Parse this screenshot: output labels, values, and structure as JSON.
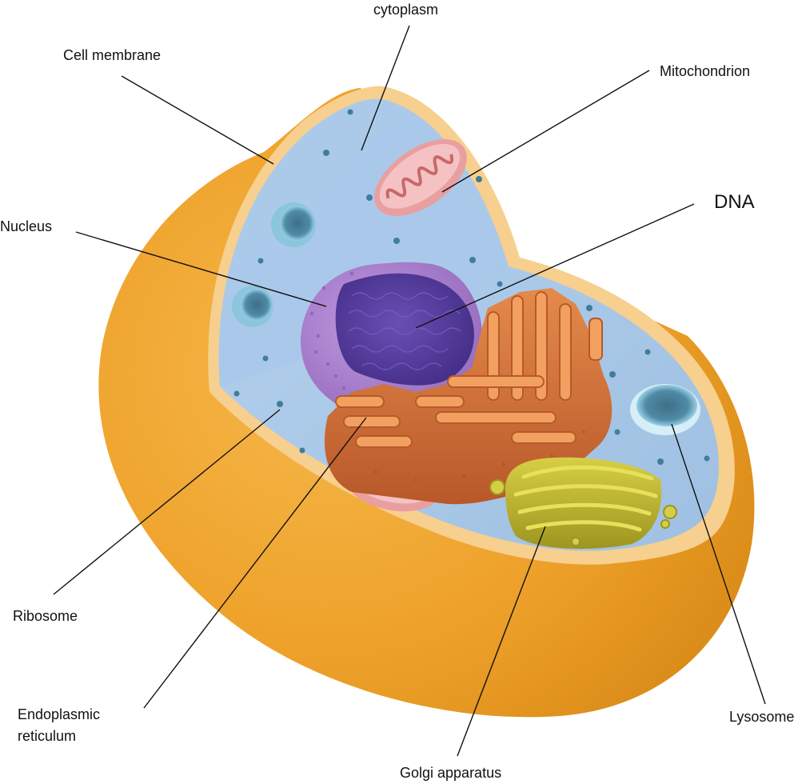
{
  "labels": {
    "cytoplasm": "cytoplasm",
    "cell_membrane": "Cell membrane",
    "mitochondrion": "Mitochondrion",
    "dna": "DNA",
    "nucleus": "Nucleus",
    "ribosome": "Ribosome",
    "er_line1": "Endoplasmic",
    "er_line2": "reticulum",
    "lysosome": "Lysosome",
    "golgi": "Golgi apparatus"
  },
  "colors": {
    "membrane_outer": "#f0a020",
    "membrane_rim": "#f8d49a",
    "cytoplasm": "#a9c8e8",
    "nucleus_outer": "#a77cc9",
    "nucleus_inner": "#5a3f9e",
    "er": "#d9763a",
    "golgi": "#c9c23a",
    "mitochondrion": "#f3b5b5",
    "vacuole": "#6aa8c6"
  }
}
